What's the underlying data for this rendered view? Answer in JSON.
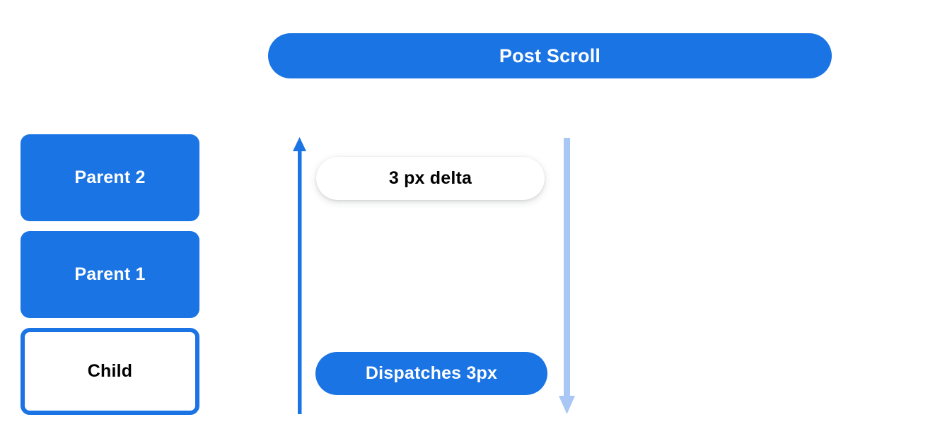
{
  "banner": {
    "title": "Post Scroll"
  },
  "stack": {
    "boxes": [
      {
        "label": "Parent 2",
        "style": "filled"
      },
      {
        "label": "Parent 1",
        "style": "filled"
      },
      {
        "label": "Child",
        "style": "outlined"
      }
    ]
  },
  "arrows": {
    "up": {
      "name": "scroll-up-arrow",
      "direction": "up",
      "color": "#1b74e4"
    },
    "down": {
      "name": "scroll-down-arrow",
      "direction": "down",
      "color": "#a8c7f5"
    }
  },
  "pills": {
    "delta": {
      "label": "3 px delta"
    },
    "dispatch": {
      "label": "Dispatches 3px"
    }
  },
  "colors": {
    "brand_blue": "#1b74e4",
    "light_blue": "#a8c7f5",
    "white": "#ffffff",
    "black": "#000000"
  }
}
